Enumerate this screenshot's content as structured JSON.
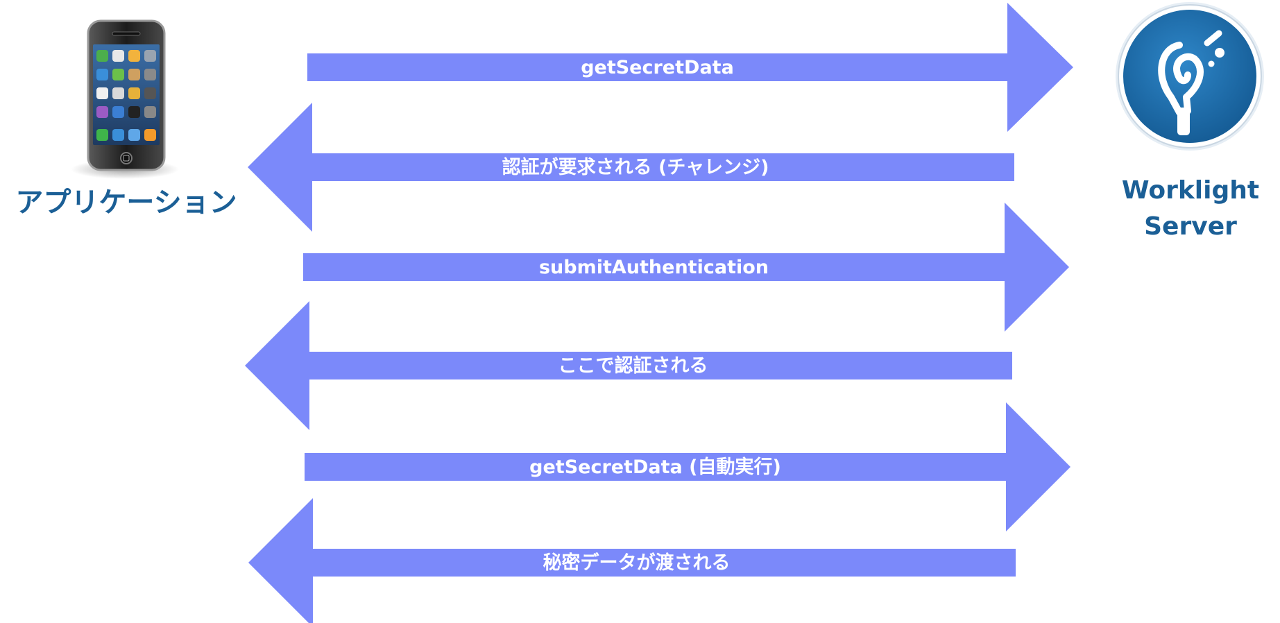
{
  "client": {
    "label": "アプリケーション",
    "icon": "smartphone-icon"
  },
  "server": {
    "label_line1": "Worklight",
    "label_line2": "Server",
    "icon": "worklight-logo-icon"
  },
  "colors": {
    "arrow": "#7b89fa",
    "label_text": "#ffffff",
    "actor_text": "#1b5f96",
    "logo_blue": "#1f6fae"
  },
  "messages": [
    {
      "label": "getSecretData",
      "direction": "right"
    },
    {
      "label": "認証が要求される (チャレンジ)",
      "direction": "left"
    },
    {
      "label": "submitAuthentication",
      "direction": "right"
    },
    {
      "label": "ここで認証される",
      "direction": "left"
    },
    {
      "label": "getSecretData (自動実行)",
      "direction": "right"
    },
    {
      "label": "秘密データが渡される",
      "direction": "left"
    }
  ]
}
